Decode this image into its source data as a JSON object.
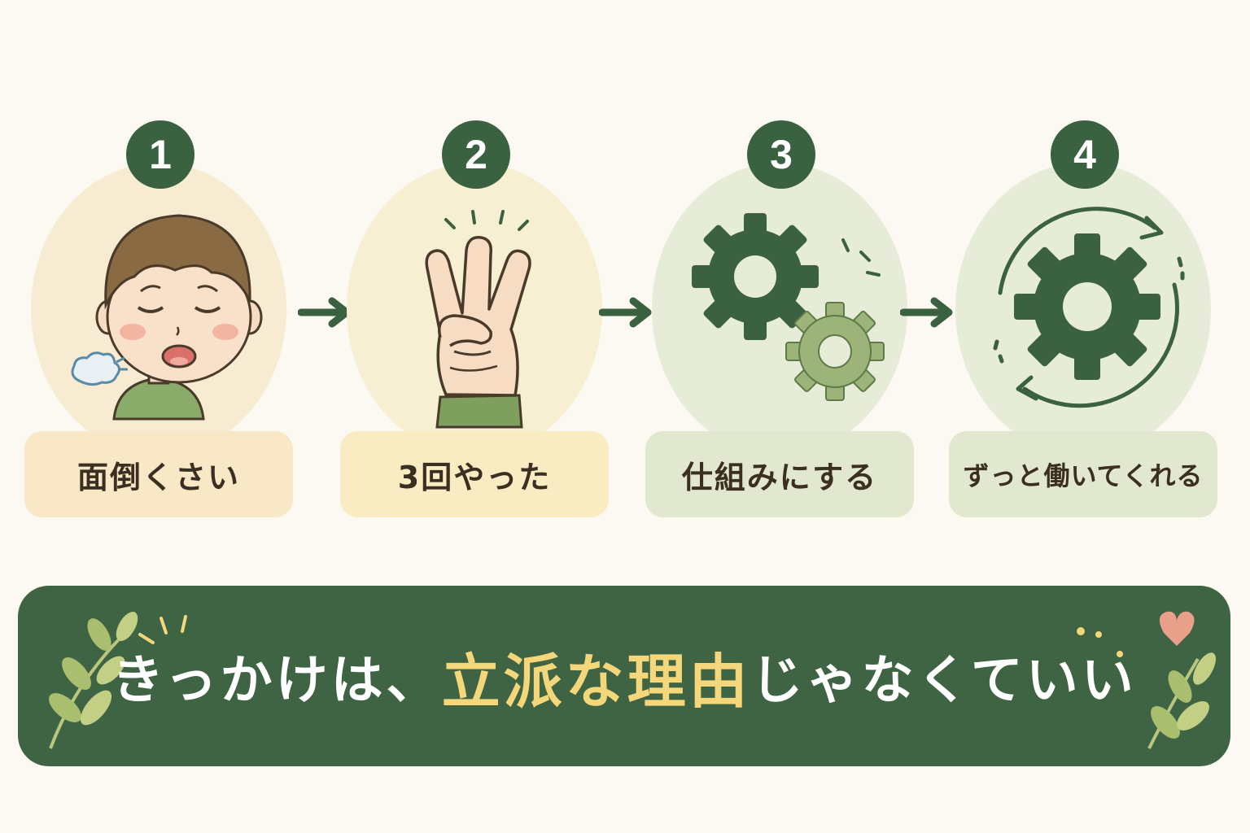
{
  "steps": [
    {
      "number": "1",
      "label": "面倒くさい",
      "illustration": "tired-child",
      "halo_color": "#f7ecd2",
      "label_bg": "#f8e8c6"
    },
    {
      "number": "2",
      "label": "3回やった",
      "illustration": "three-fingers-hand",
      "halo_color": "#f7efd2",
      "label_bg": "#f9ebc2"
    },
    {
      "number": "3",
      "label": "仕組みにする",
      "illustration": "two-gears",
      "halo_color": "#e7ecd8",
      "label_bg": "#e1e8cf"
    },
    {
      "number": "4",
      "label": "ずっと働いてくれる",
      "illustration": "gear-cycle",
      "halo_color": "#e7ecd8",
      "label_bg": "#e1e8cf"
    }
  ],
  "banner": {
    "text_before": "きっかけは、",
    "text_highlight": "立派な理由",
    "text_after": "じゃなくていい"
  },
  "colors": {
    "accent_green": "#3a6140",
    "light_green": "#9cb47a",
    "banner_bg": "#3e6443",
    "highlight_yellow": "#f3d77a",
    "background": "#fbf9f2"
  }
}
